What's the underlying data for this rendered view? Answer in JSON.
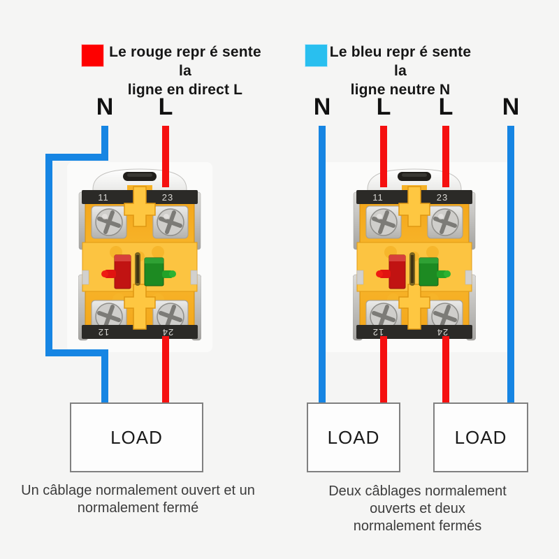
{
  "colors": {
    "live_wire_red": "#f51010",
    "neutral_wire_blue": "#1685e3",
    "legend_red_swatch": "#fe0000",
    "legend_blue_swatch": "#29bfef",
    "switch_body_yellow": "#f7b42a",
    "background": "#f5f5f4"
  },
  "legend": {
    "red": {
      "line1": "Le rouge repr é sente la",
      "line2": "ligne en direct L"
    },
    "blue": {
      "line1": "Le bleu repr é sente la",
      "line2": "ligne neutre N"
    }
  },
  "switch": {
    "terminal_top_left": "11",
    "terminal_top_right": "23",
    "terminal_bottom_left": "12",
    "terminal_bottom_right": "24"
  },
  "left_diagram": {
    "label_n": "N",
    "label_l": "L",
    "load": "LOAD",
    "caption": [
      "Un câblage normalement ouvert et un",
      "normalement fermé"
    ]
  },
  "right_diagram": {
    "label_n1": "N",
    "label_l1": "L",
    "label_l2": "L",
    "label_n2": "N",
    "load1": "LOAD",
    "load2": "LOAD",
    "caption": [
      "Deux câblages normalement",
      "ouverts et deux",
      "normalement fermés"
    ]
  }
}
